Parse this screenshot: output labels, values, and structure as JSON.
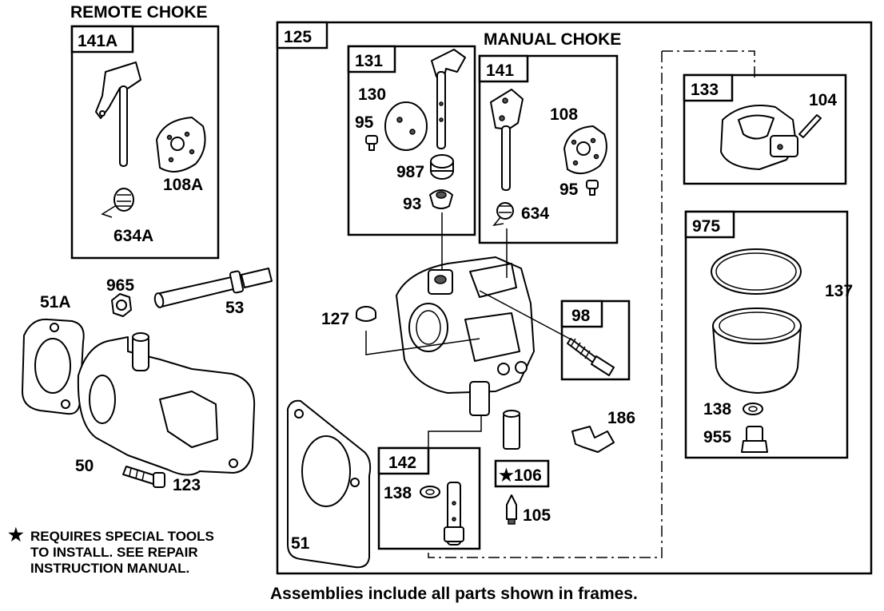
{
  "titles": {
    "remote_choke": "REMOTE CHOKE",
    "manual_choke": "MANUAL CHOKE"
  },
  "frames": {
    "f141A": "141A",
    "f125": "125",
    "f131": "131",
    "f141": "141",
    "f133": "133",
    "f975": "975",
    "f98": "98",
    "f142": "142",
    "f106": "★106"
  },
  "parts": {
    "p108A": "108A",
    "p634A": "634A",
    "p965": "965",
    "p51A": "51A",
    "p53": "53",
    "p50": "50",
    "p123": "123",
    "p130": "130",
    "p95a": "95",
    "p987": "987",
    "p93": "93",
    "p108": "108",
    "p95b": "95",
    "p634": "634",
    "p104": "104",
    "p137": "137",
    "p138a": "138",
    "p955": "955",
    "p127": "127",
    "p186": "186",
    "p138b": "138",
    "p105": "105",
    "p51": "51"
  },
  "note": {
    "star": "★",
    "line1": "REQUIRES SPECIAL TOOLS",
    "line2": "TO INSTALL.  SEE REPAIR",
    "line3": "INSTRUCTION MANUAL."
  },
  "footer": "Assemblies include all parts shown in frames."
}
